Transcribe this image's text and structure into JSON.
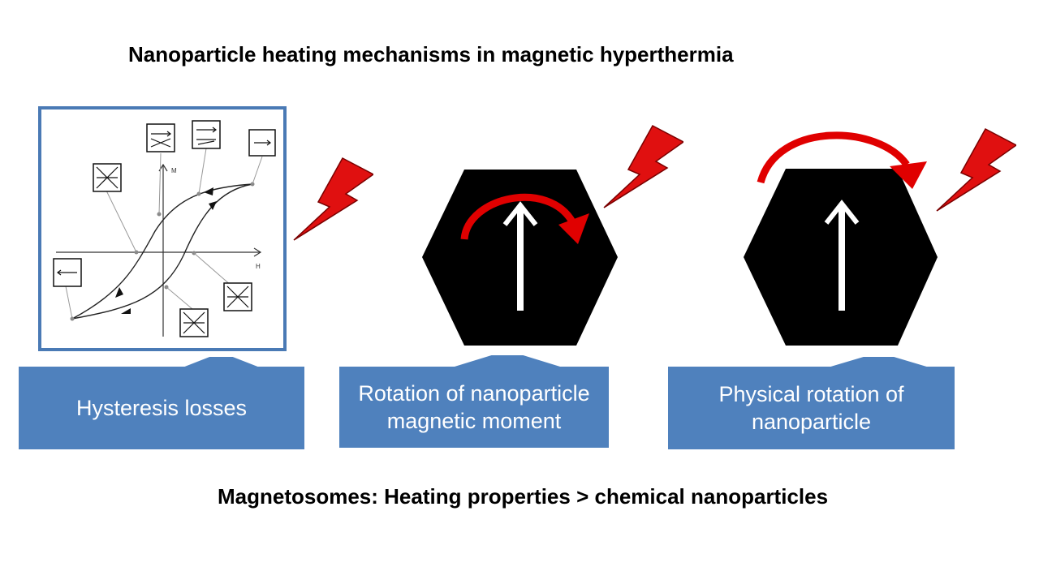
{
  "title": "Nanoparticle heating mechanisms in magnetic hyperthermia",
  "mechanisms": [
    {
      "label": "Hysteresis losses"
    },
    {
      "label": "Rotation of nanoparticle magnetic moment"
    },
    {
      "label": "Physical rotation of nanoparticle"
    }
  ],
  "graph": {
    "axis_m": "M",
    "axis_h": "H"
  },
  "conclusion": "Magnetosomes: Heating properties > chemical nanoparticles",
  "colors": {
    "callout": "#4f81bd",
    "frame": "#4a7ab5",
    "arrow": "#e00000",
    "particle": "#000000"
  },
  "icons": [
    "lightning-bolt-icon",
    "rotation-arrow-icon",
    "magnetic-moment-arrow-icon",
    "hexagon-nanoparticle-icon"
  ]
}
